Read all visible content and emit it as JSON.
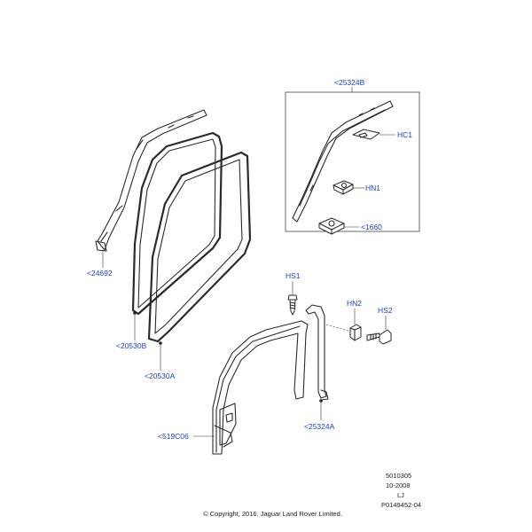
{
  "labels": {
    "l24692": "<24692",
    "l20530B": "<20530B",
    "l20530A": "<20530A",
    "l25324B": "<25324B",
    "hc1": "HC1",
    "hn1": "HN1",
    "l1660": "<1660",
    "hs1": "HS1",
    "hn2": "HN2",
    "hs2": "HS2",
    "l25324A": "<25324A",
    "l519C06": "<519C06"
  },
  "footer": {
    "code": "5010305",
    "date": "10-2008",
    "initials": "LJ",
    "ref": "P0149452-04",
    "copyright": "© Copyright, 2016. Jaguar Land Rover Limited."
  },
  "colors": {
    "label": "#1a3fd0",
    "line": "#2b2b2b"
  }
}
